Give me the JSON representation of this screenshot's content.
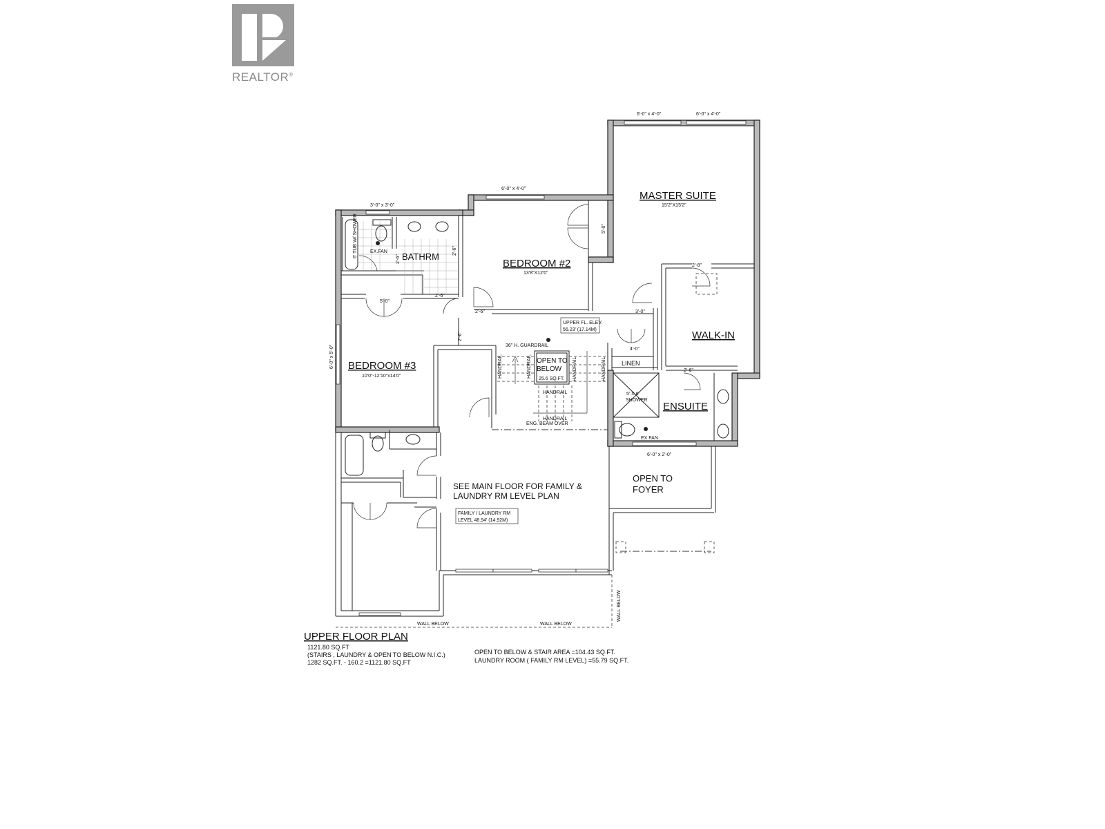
{
  "logo": {
    "brand": "REALTOR",
    "mark": "®",
    "color": "#9a9a9a"
  },
  "plan": {
    "title": "UPPER FLOOR PLAN",
    "rooms": {
      "master_suite": {
        "name": "MASTER SUITE",
        "size": "15'2\"X15'2\""
      },
      "bedroom2": {
        "name": "BEDROOM #2",
        "size": "13'8\"X12'0\""
      },
      "bedroom3": {
        "name": "BEDROOM #3",
        "size": "10'0\"-12'10\"x14'0\""
      },
      "bathroom": {
        "name": "BATHRM"
      },
      "walk_in": {
        "name": "WALK-IN"
      },
      "ensuite": {
        "name": "ENSUITE"
      },
      "open_to_foyer": {
        "line1": "OPEN TO",
        "line2": "FOYER"
      },
      "open_to_below": {
        "line1": "OPEN TO",
        "line2": "BELOW",
        "area": "25.6 SQ.FT."
      },
      "linen": {
        "name": "LINEN"
      },
      "family_note": {
        "line1": "SEE MAIN FLOOR FOR FAMILY &",
        "line2": "LAUNDRY RM LEVEL PLAN"
      }
    },
    "windows": {
      "master_left": "6'-0\" x 4'-0\"",
      "master_right": "6'-0\" x 4'-0\"",
      "bedroom2": "6'-0\" x 4'-0\"",
      "bathroom": "3'-0\" x 3'-0\"",
      "bedroom3": "6'-0\" x 5'-0\"",
      "foyer": "6'-0\" x 2'-0\""
    },
    "doors": {
      "bedroom2_closet": "5'-0\"",
      "bedroom3_closet": "5'-0\"",
      "bath_door": "2'-6\"",
      "bath_inner": "2'-6\"",
      "bath_side": "2'-6\"",
      "bedroom2_door": "2'-6\"",
      "bedroom3_door": "2'-6\"",
      "master_door": "3'-0\"",
      "walkin_door": "2'-8\"",
      "linen_door": "4'-0\"",
      "ensuite_door": "2'-6\""
    },
    "fixtures": {
      "tub": "6' TUB W/ SHOWER",
      "bath_fan": "EX.FAN",
      "ensuite_fan": "EX FAN",
      "shower_size": "5' X 6'",
      "shower": "SHOWER"
    },
    "annotations": {
      "guardrail": "36\" H. GUARDRAIL",
      "handrail": "HANDRAIL",
      "beam": "ENG. BEAM OVER",
      "upper_elev_line1": "UPPER FL. ELEV.",
      "upper_elev_line2": "56.23' (17.14M)",
      "family_level_line1": "FAMILY / LAUNDRY RM",
      "family_level_line2": "LEVEL 48.94' (14.92M)",
      "wall_below": "WALL BELOW"
    },
    "summary": {
      "total": "1121.80 SQ.FT",
      "nic_note": "(STAIRS , LAUNDRY & OPEN TO BELOW N.I.C.)",
      "calc": "1282 SQ.FT. - 160.2 =1121.80 SQ.FT",
      "open_area": "OPEN  TO BELOW & STAIR AREA  =104.43 SQ.FT.",
      "laundry_area": "LAUNDRY ROOM  ( FAMILY RM LEVEL) =55.79 SQ.FT."
    }
  }
}
